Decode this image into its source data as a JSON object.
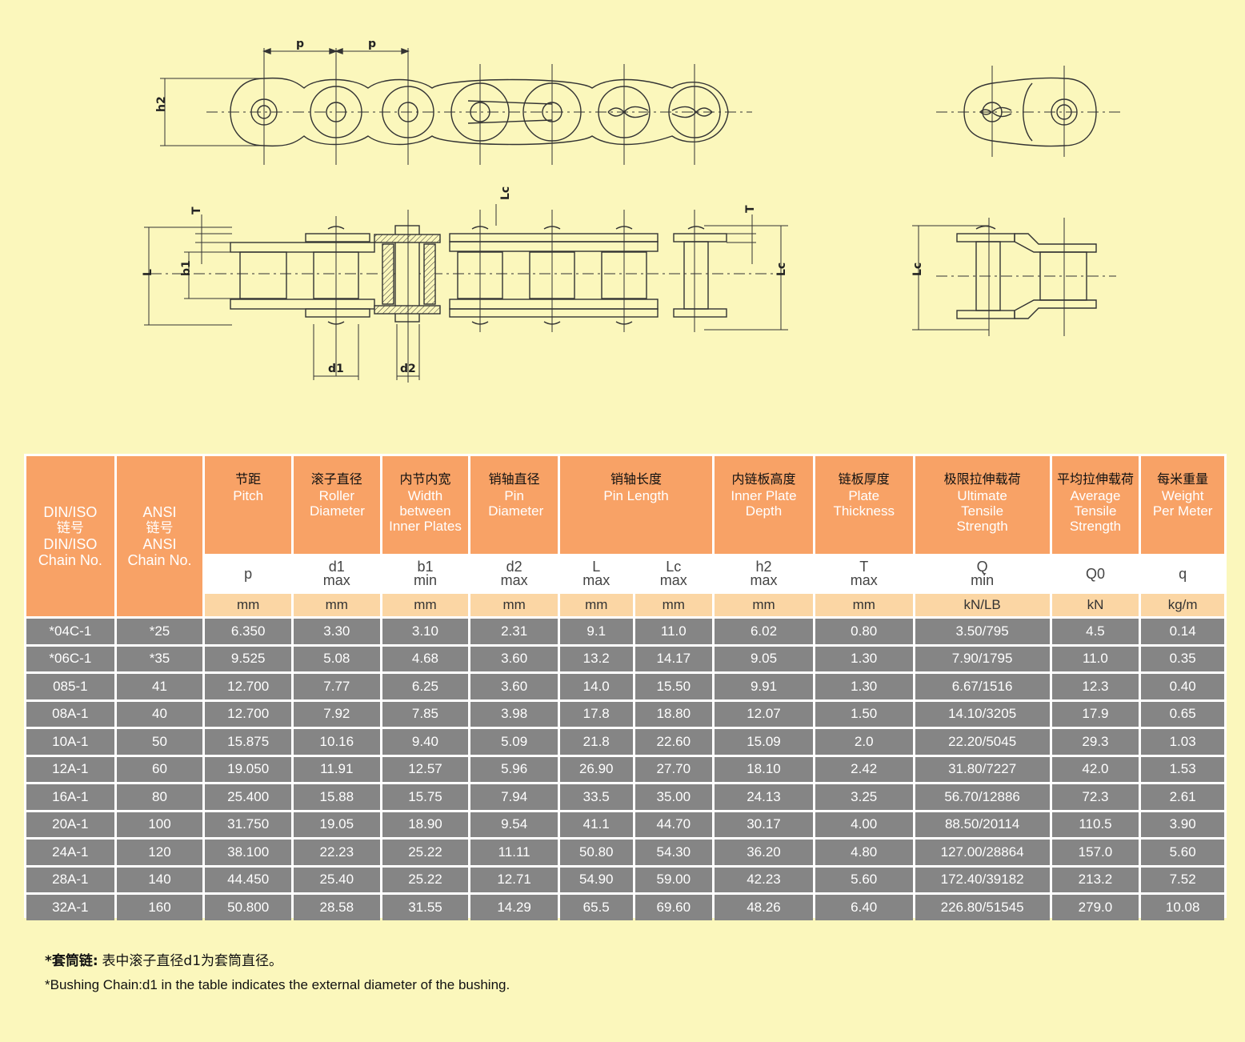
{
  "drawing": {
    "labels": {
      "p": "p",
      "h2": "h2",
      "T": "T",
      "Lc": "Lc",
      "L": "L",
      "b1": "b1",
      "d1": "d1",
      "d2": "d2"
    }
  },
  "table": {
    "headers": [
      {
        "cn": "链号",
        "en_top": "DIN/ISO",
        "en_bottom": "DIN/ISO Chain No."
      },
      {
        "cn": "链号",
        "en_top": "ANSI",
        "en_bottom": "ANSI Chain No."
      },
      {
        "cn": "节距",
        "en": "Pitch",
        "sym": "p",
        "sym2": "",
        "unit": "mm"
      },
      {
        "cn": "滚子直径",
        "en": "Roller Diameter",
        "sym": "d1",
        "sym2": "max",
        "unit": "mm"
      },
      {
        "cn": "内节内宽",
        "en": "Width between Inner Plates",
        "sym": "b1",
        "sym2": "min",
        "unit": "mm"
      },
      {
        "cn": "销轴直径",
        "en": "Pin Diameter",
        "sym": "d2",
        "sym2": "max",
        "unit": "mm"
      },
      {
        "cn": "销轴长度",
        "en": "Pin Length",
        "subs": [
          {
            "sym": "L",
            "sym2": "max",
            "unit": "mm"
          },
          {
            "sym": "Lc",
            "sym2": "max",
            "unit": "mm"
          }
        ]
      },
      {
        "cn": "内链板高度",
        "en": "Inner Plate Depth",
        "sym": "h2",
        "sym2": "max",
        "unit": "mm"
      },
      {
        "cn": "链板厚度",
        "en": "Plate Thickness",
        "sym": "T",
        "sym2": "max",
        "unit": "mm"
      },
      {
        "cn": "极限拉伸载荷",
        "en": "Ultimate Tensile Strength",
        "sym": "Q",
        "sym2": "min",
        "unit": "kN/LB"
      },
      {
        "cn": "平均拉伸载荷",
        "en": "Average Tensile Strength",
        "sym": "Q0",
        "sym2": "",
        "unit": "kN"
      },
      {
        "cn": "每米重量",
        "en": "Weight Per Meter",
        "sym": "q",
        "sym2": "",
        "unit": "kg/m"
      }
    ],
    "rows": [
      [
        "*04C-1",
        "*25",
        "6.350",
        "3.30",
        "3.10",
        "2.31",
        "9.1",
        "11.0",
        "6.02",
        "0.80",
        "3.50/795",
        "4.5",
        "0.14"
      ],
      [
        "*06C-1",
        "*35",
        "9.525",
        "5.08",
        "4.68",
        "3.60",
        "13.2",
        "14.17",
        "9.05",
        "1.30",
        "7.90/1795",
        "11.0",
        "0.35"
      ],
      [
        "085-1",
        "41",
        "12.700",
        "7.77",
        "6.25",
        "3.60",
        "14.0",
        "15.50",
        "9.91",
        "1.30",
        "6.67/1516",
        "12.3",
        "0.40"
      ],
      [
        "08A-1",
        "40",
        "12.700",
        "7.92",
        "7.85",
        "3.98",
        "17.8",
        "18.80",
        "12.07",
        "1.50",
        "14.10/3205",
        "17.9",
        "0.65"
      ],
      [
        "10A-1",
        "50",
        "15.875",
        "10.16",
        "9.40",
        "5.09",
        "21.8",
        "22.60",
        "15.09",
        "2.0",
        "22.20/5045",
        "29.3",
        "1.03"
      ],
      [
        "12A-1",
        "60",
        "19.050",
        "11.91",
        "12.57",
        "5.96",
        "26.90",
        "27.70",
        "18.10",
        "2.42",
        "31.80/7227",
        "42.0",
        "1.53"
      ],
      [
        "16A-1",
        "80",
        "25.400",
        "15.88",
        "15.75",
        "7.94",
        "33.5",
        "35.00",
        "24.13",
        "3.25",
        "56.70/12886",
        "72.3",
        "2.61"
      ],
      [
        "20A-1",
        "100",
        "31.750",
        "19.05",
        "18.90",
        "9.54",
        "41.1",
        "44.70",
        "30.17",
        "4.00",
        "88.50/20114",
        "110.5",
        "3.90"
      ],
      [
        "24A-1",
        "120",
        "38.100",
        "22.23",
        "25.22",
        "11.11",
        "50.80",
        "54.30",
        "36.20",
        "4.80",
        "127.00/28864",
        "157.0",
        "5.60"
      ],
      [
        "28A-1",
        "140",
        "44.450",
        "25.40",
        "25.22",
        "12.71",
        "54.90",
        "59.00",
        "42.23",
        "5.60",
        "172.40/39182",
        "213.2",
        "7.52"
      ],
      [
        "32A-1",
        "160",
        "50.800",
        "28.58",
        "31.55",
        "14.29",
        "65.5",
        "69.60",
        "48.26",
        "6.40",
        "226.80/51545",
        "279.0",
        "10.08"
      ]
    ]
  },
  "footnote": {
    "cn_label": "*套筒链:",
    "cn_text": "表中滚子直径d1为套筒直径。",
    "en_text": "*Bushing Chain:d1 in the table indicates the external diameter of the bushing."
  },
  "colors": {
    "background": "#fbf7bc",
    "header": "#f8a266",
    "unit_row": "#fbd6a4",
    "data_cell": "#858585"
  }
}
